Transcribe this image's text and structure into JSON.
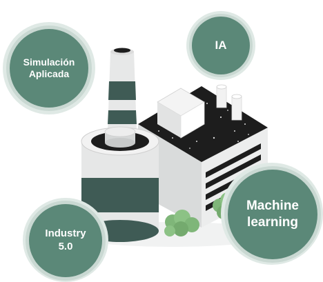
{
  "colors": {
    "bubble_fill": "#5b8878",
    "bubble_ring": "#c9d8d2",
    "dark_teal": "#3f5b55",
    "light_gray": "#e8e9e9",
    "mid_gray": "#d2d4d4",
    "black_texture": "#1d1d1d",
    "bush_green": "#7fb679"
  },
  "bubbles": {
    "simulacion": {
      "label": "Simulación\nAplicada"
    },
    "ia": {
      "label": "IA"
    },
    "machine_learning": {
      "label": "Machine\nlearning"
    },
    "industry": {
      "label": "Industry\n5.0"
    }
  },
  "illustration": {
    "icon": "factory-icon"
  }
}
